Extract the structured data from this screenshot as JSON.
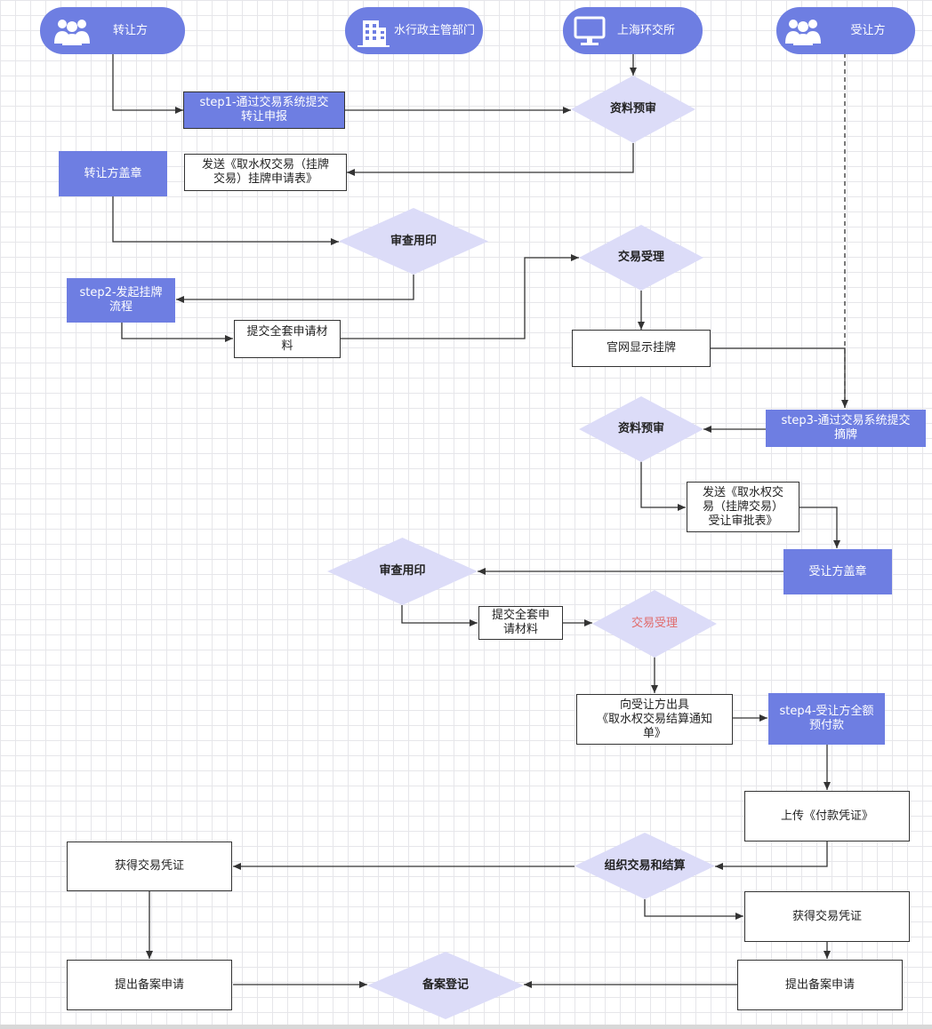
{
  "lanes": {
    "transferor": "转让方",
    "water_dept": "水行政主管部门",
    "exchange": "上海环交所",
    "transferee": "受让方"
  },
  "nodes": {
    "step1": "step1-通过交易系统提交\n转让申报",
    "review1": "资料预审",
    "send_form1": "发送《取水权交易（挂牌\n交易）挂牌申请表》",
    "transferor_seal": "转让方盖章",
    "check_seal1": "审查用印",
    "accept1": "交易受理",
    "step2": "step2-发起挂牌\n流程",
    "submit1": "提交全套申请材\n料",
    "website_listing": "官网显示挂牌",
    "step3": "step3-通过交易系统提交\n摘牌",
    "review2": "资料预审",
    "send_form2": "发送《取水权交\n易（挂牌交易）\n受让审批表》",
    "transferee_seal": "受让方盖章",
    "check_seal2": "审查用印",
    "submit2": "提交全套申\n请材料",
    "accept2": "交易受理",
    "settle_notice": "向受让方出具\n《取水权交易结算通知\n单》",
    "step4": "step4-受让方全额\n预付款",
    "upload_payment": "上传《付款凭证》",
    "obtain_cert_left": "获得交易凭证",
    "organize": "组织交易和结算",
    "obtain_cert_right": "获得交易凭证",
    "filing_left": "提出备案申请",
    "register": "备案登记",
    "filing_right": "提出备案申请"
  },
  "colors": {
    "accent": "#6e7ee2",
    "diamond_fill": "#dcdcf8",
    "line": "#333333",
    "warning_text": "#e06b6b"
  },
  "icons": {
    "transferor": "people-icon",
    "water_dept": "building-icon",
    "exchange": "monitor-icon",
    "transferee": "people-icon"
  }
}
